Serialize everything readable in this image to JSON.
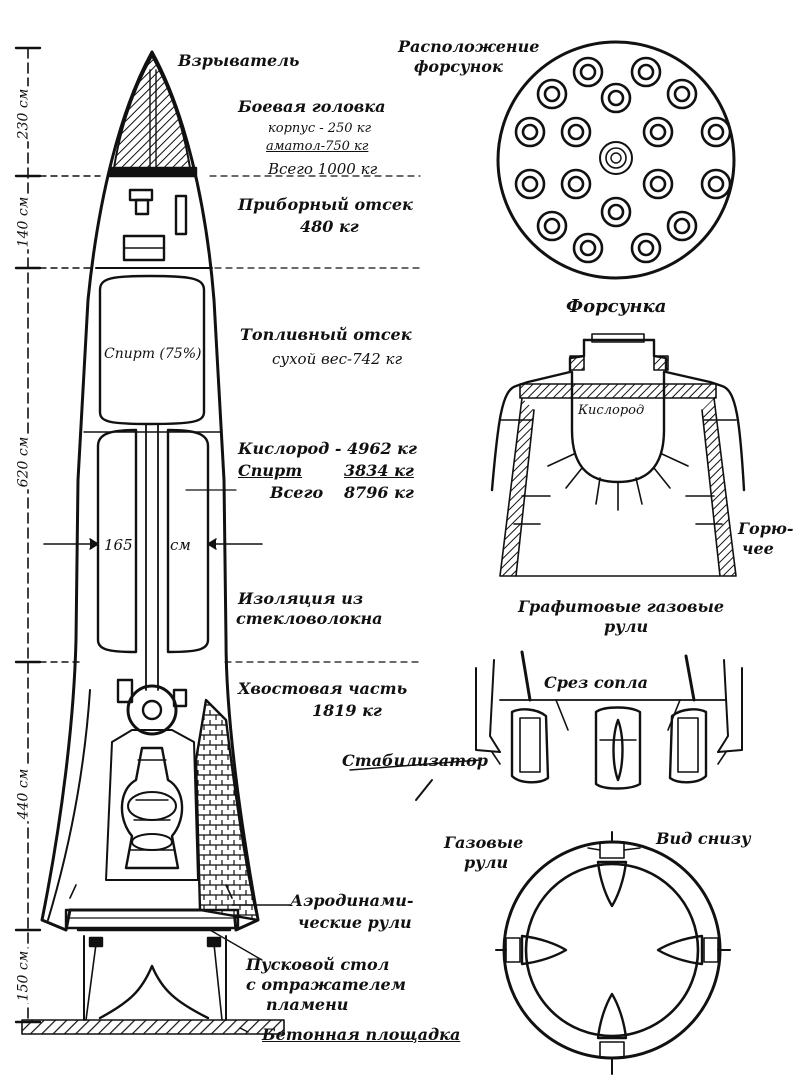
{
  "labels": {
    "detonator": "Взрыватель",
    "warhead_title": "Боевая головка",
    "warhead_body": "корпус - 250 кг",
    "warhead_amatol": "аматол-750 кг",
    "warhead_total": "Всего  1000 кг",
    "instrument_title": "Приборный отсек",
    "instrument_mass": "480 кг",
    "fuel_title": "Топливный отсек",
    "fuel_dry": "сухой вес-742 кг",
    "oxygen": "Кислород - 4962 кг",
    "alcohol_name": "Спирт",
    "alcohol_mass": "3834 кг",
    "total_name": "Всего",
    "total_mass": "8796 кг",
    "insulation_1": "Изоляция из",
    "insulation_2": "стекловолокна",
    "tail_title": "Хвостовая часть",
    "tail_mass": "1819 кг",
    "aero_1": "Аэродинами-",
    "aero_2": "ческие рули",
    "launch_1": "Пусковой стол",
    "launch_2": "с отражателем",
    "launch_3": "пламени",
    "concrete": "Бетонная площадка",
    "tank_alcohol": "Спирт (75%)",
    "diameter_165": "165",
    "diameter_cm": "см",
    "injectors_1": "Расположение",
    "injectors_2": "форсунок",
    "injector": "Форсунка",
    "oxygen_small": "Кислород",
    "fuel_1": "Горю-",
    "fuel_2": "чее",
    "graphite_1": "Графитовые газовые",
    "graphite_2": "рули",
    "nozzle_cut": "Срез сопла",
    "stabilizer": "Стабилизатор",
    "gas_rudders_1": "Газовые",
    "gas_rudders_2": "рули",
    "bottom_view": "Вид снизу"
  },
  "dimensions": {
    "d230": "230 см",
    "d140": "140 см",
    "d620": "620 см",
    "d440": "440 см",
    "d150": "150 см"
  }
}
